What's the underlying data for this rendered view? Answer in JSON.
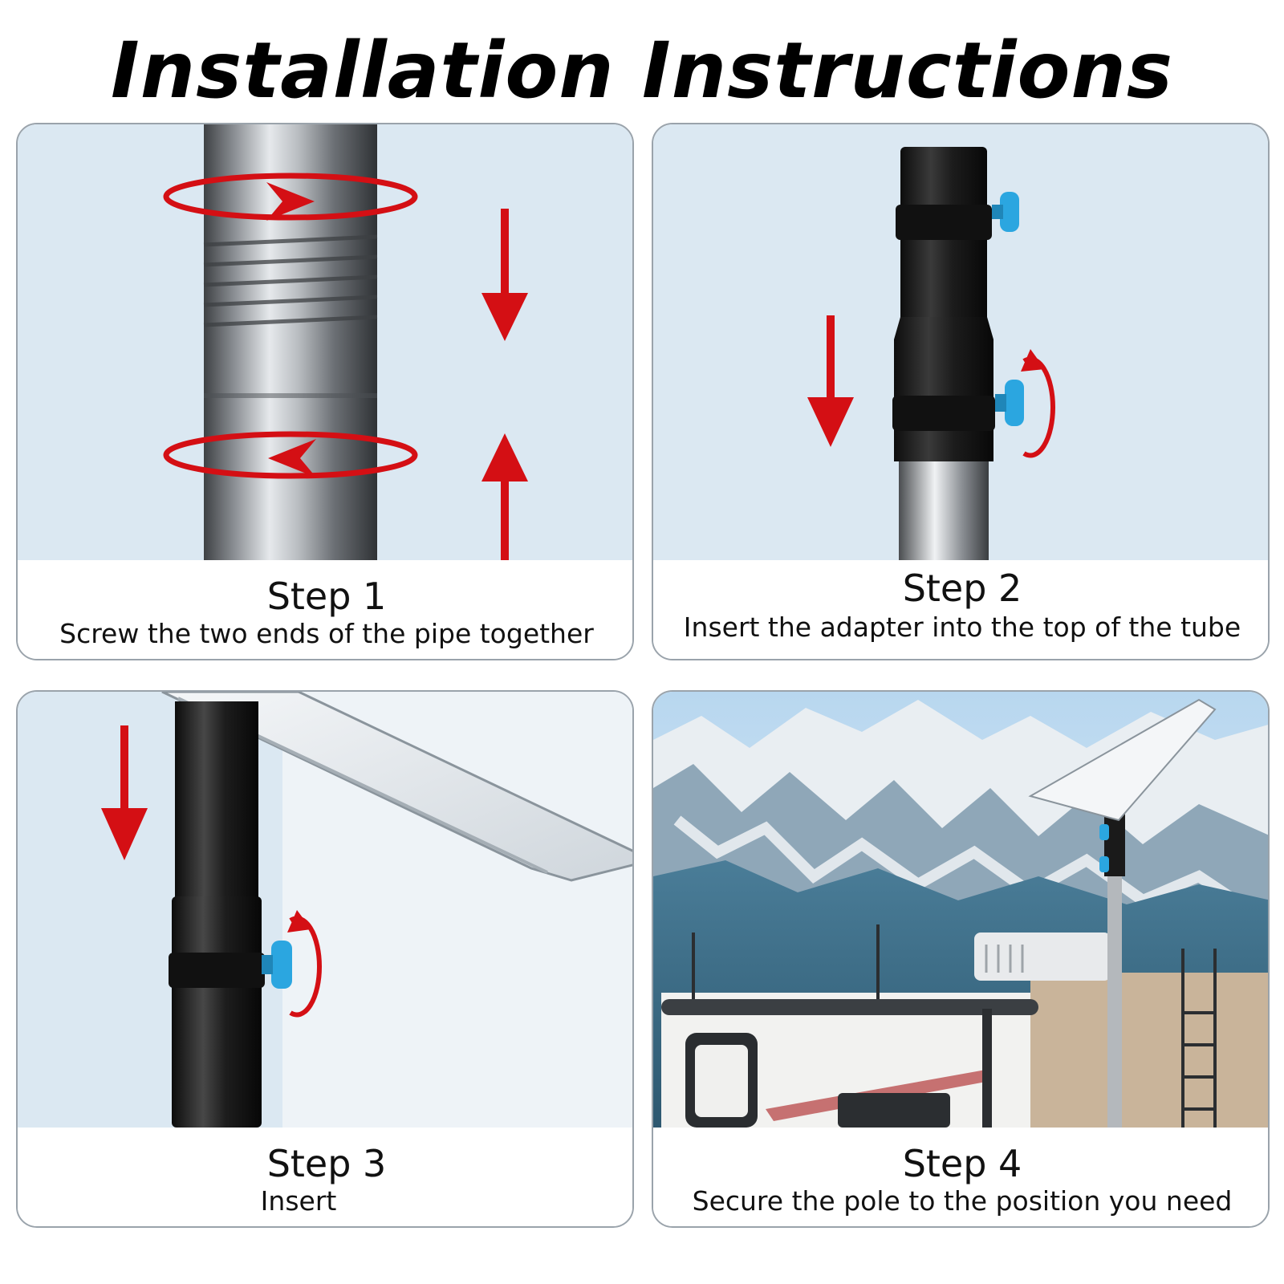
{
  "title": "Installation Instructions",
  "steps": [
    {
      "label": "Step 1",
      "text": "Screw the two ends of the pipe together"
    },
    {
      "label": "Step 2",
      "text": "Insert the adapter into the top of the tube"
    },
    {
      "label": "Step 3",
      "text": "Insert"
    },
    {
      "label": "Step 4",
      "text": "Secure the pole to the position you need"
    }
  ],
  "colors": {
    "panel_background": "#dbe8f2",
    "arrow": "#d40f14",
    "knob": "#2ba6e0",
    "pipe_black": "#1a1a1a",
    "pipe_silver": "#b4b8bc",
    "border": "#9aa3ab"
  }
}
